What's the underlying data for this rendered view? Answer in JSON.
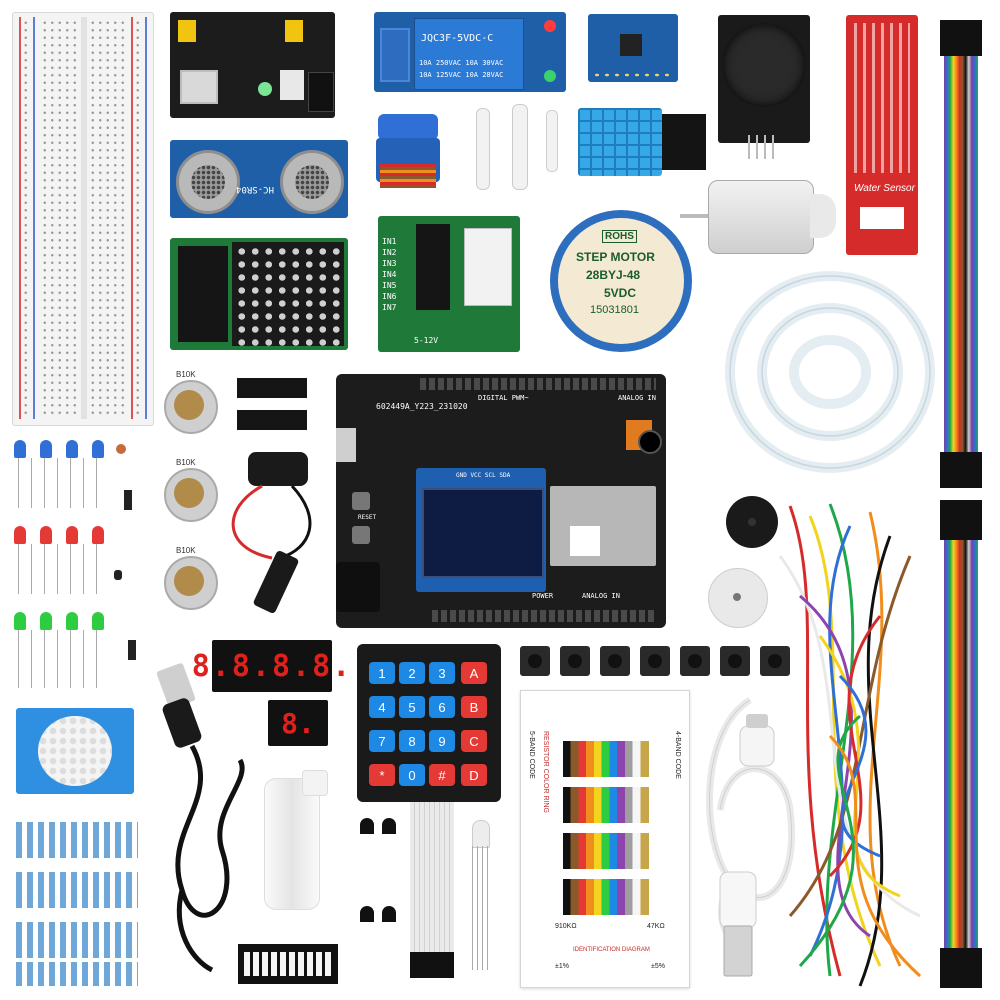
{
  "labels": {
    "relay_model": "JQC3F-5VDC-C",
    "relay_rating_1": "10A 250VAC  10A 30VAC",
    "relay_rating_2": "10A 125VAC  10A 28VAC",
    "ultrasonic_model": "HC-SR04",
    "stepper_brand": "ROHS",
    "stepper_title": "STEP MOTOR",
    "stepper_model": "28BYJ-48",
    "stepper_voltage": "5VDC",
    "stepper_serial": "15031801",
    "water_sensor": "Water Sensor",
    "board_id": "602449A_Y223_231020",
    "board_digital": "DIGITAL PWM~",
    "board_analog_top": "ANALOG IN",
    "board_power": "POWER",
    "board_analog_bottom": "ANALOG IN",
    "board_reset": "RESET",
    "board_oled_pins": "GND VCC SCL SDA",
    "pot_label": "B10K",
    "driver_pins": [
      "IN1",
      "IN2",
      "IN3",
      "IN4",
      "IN5",
      "IN6",
      "IN7"
    ],
    "driver_voltage": "5-12V",
    "segment_digits": "8.8.8.8.",
    "segment_single": "8.",
    "keypad_keys": [
      "1",
      "2",
      "3",
      "A",
      "4",
      "5",
      "6",
      "B",
      "7",
      "8",
      "9",
      "C",
      "*",
      "0",
      "#",
      "D"
    ],
    "color_chart_title_left": "5-BAND CODE",
    "color_chart_title_right": "4-BAND CODE",
    "color_chart_subtitle": "RESISTOR COLOR RING",
    "color_chart_value_left": "910KΩ",
    "color_chart_value_right": "47KΩ",
    "color_chart_tol_left": "±1%",
    "color_chart_tol_right": "±5%",
    "color_chart_footer": "IDENTIFICATION DIAGRAM"
  },
  "colors": {
    "pcb_black": "#1c1c1c",
    "pcb_blue": "#1e5fa8",
    "pcb_green": "#1f7a3a",
    "pcb_red": "#d42a2a",
    "keypad_blue": "#1e88e5",
    "keypad_red": "#e53935",
    "segment_red": "#e0201b",
    "stepper_blue": "#2d6fbe",
    "breadboard": "#f3f3f3"
  }
}
